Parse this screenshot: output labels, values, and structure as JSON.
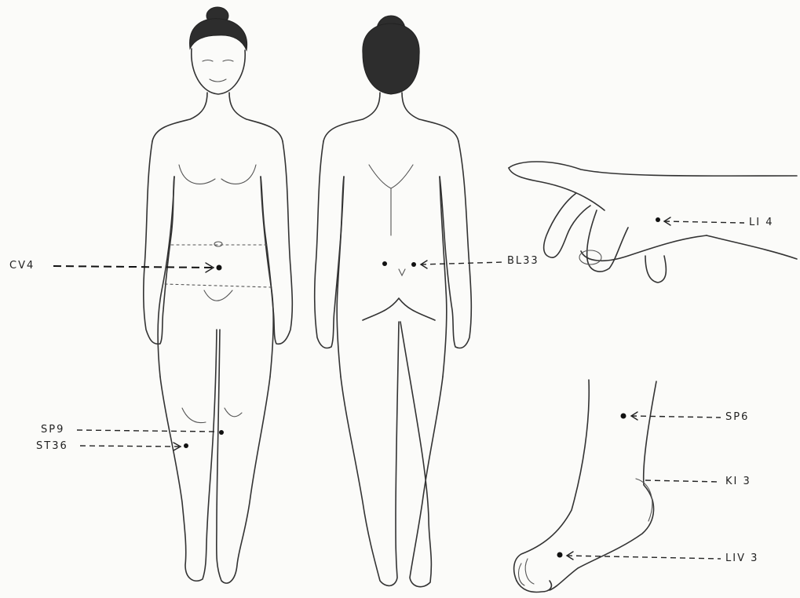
{
  "figures": {
    "front": "front-body",
    "back": "back-body",
    "hand": "hand",
    "foot": "foot"
  },
  "labels": {
    "cv4": "CV4",
    "bl33": "BL33",
    "li4": "LI 4",
    "sp9": "SP9",
    "st36": "ST36",
    "sp6": "SP6",
    "ki3": "KI 3",
    "liv3": "LIV 3"
  }
}
